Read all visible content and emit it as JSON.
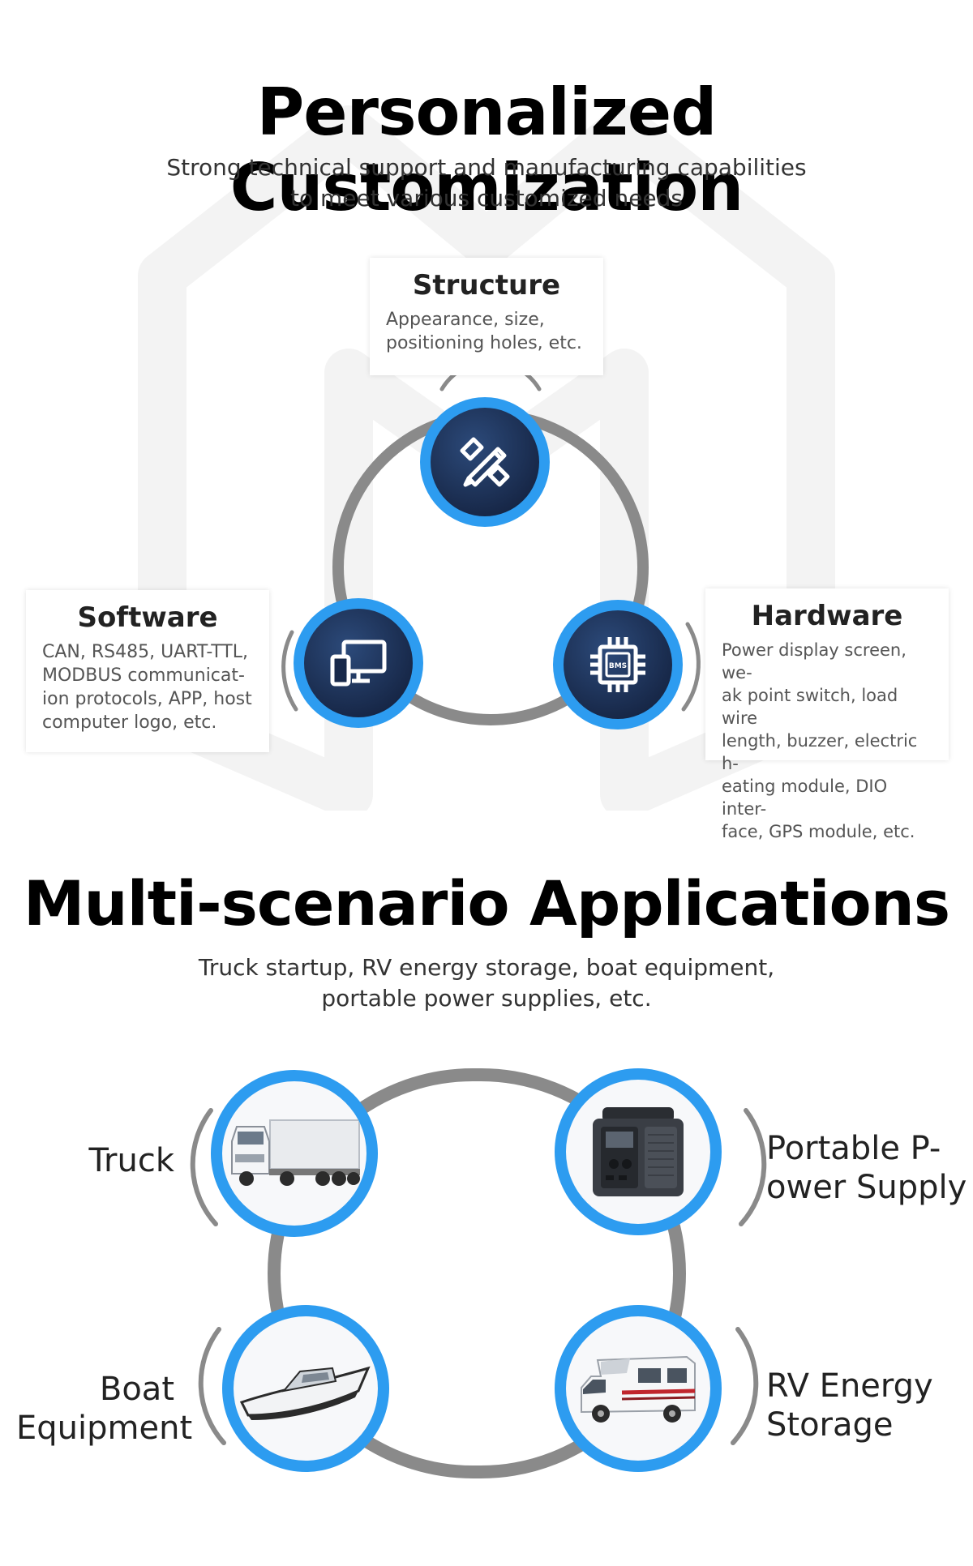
{
  "customization": {
    "title": "Personalized Customization",
    "subtitle_lines": [
      "Strong technical support and manufacturing capabilities",
      "to meet various customized needs"
    ],
    "cards": {
      "structure": {
        "title": "Structure",
        "lines": [
          "Appearance, size,",
          "positioning holes, etc."
        ],
        "icon": "pencil-ruler-icon"
      },
      "software": {
        "title": "Software",
        "lines": [
          "CAN, RS485, UART-TTL,",
          "MODBUS communicat-",
          "ion protocols, APP, host",
          "computer logo, etc."
        ],
        "icon": "devices-icon"
      },
      "hardware": {
        "title": "Hardware",
        "lines": [
          "Power display screen, we-",
          "ak point switch, load wire",
          "length, buzzer, electric h-",
          "eating module, DIO inter-",
          "face, GPS module, etc."
        ],
        "icon": "bms-chip-icon",
        "chip_text": "BMS"
      }
    }
  },
  "applications": {
    "title": "Multi-scenario Applications",
    "subtitle_lines": [
      "Truck startup, RV energy storage, boat equipment,",
      "portable power supplies, etc."
    ],
    "items": {
      "truck": {
        "lines": [
          "Truck"
        ],
        "icon": "truck-icon"
      },
      "portable": {
        "lines": [
          "Portable P-",
          "ower Supply"
        ],
        "icon": "portable-power-station-icon"
      },
      "boat": {
        "lines": [
          "Boat",
          "Equipment"
        ],
        "icon": "boat-icon"
      },
      "rv": {
        "lines": [
          "RV Energy",
          "Storage"
        ],
        "icon": "rv-icon"
      }
    }
  },
  "colors": {
    "accent_blue": "#2d9cf0",
    "node_navy": "#18294a",
    "ring_gray": "#8a8a8a"
  }
}
